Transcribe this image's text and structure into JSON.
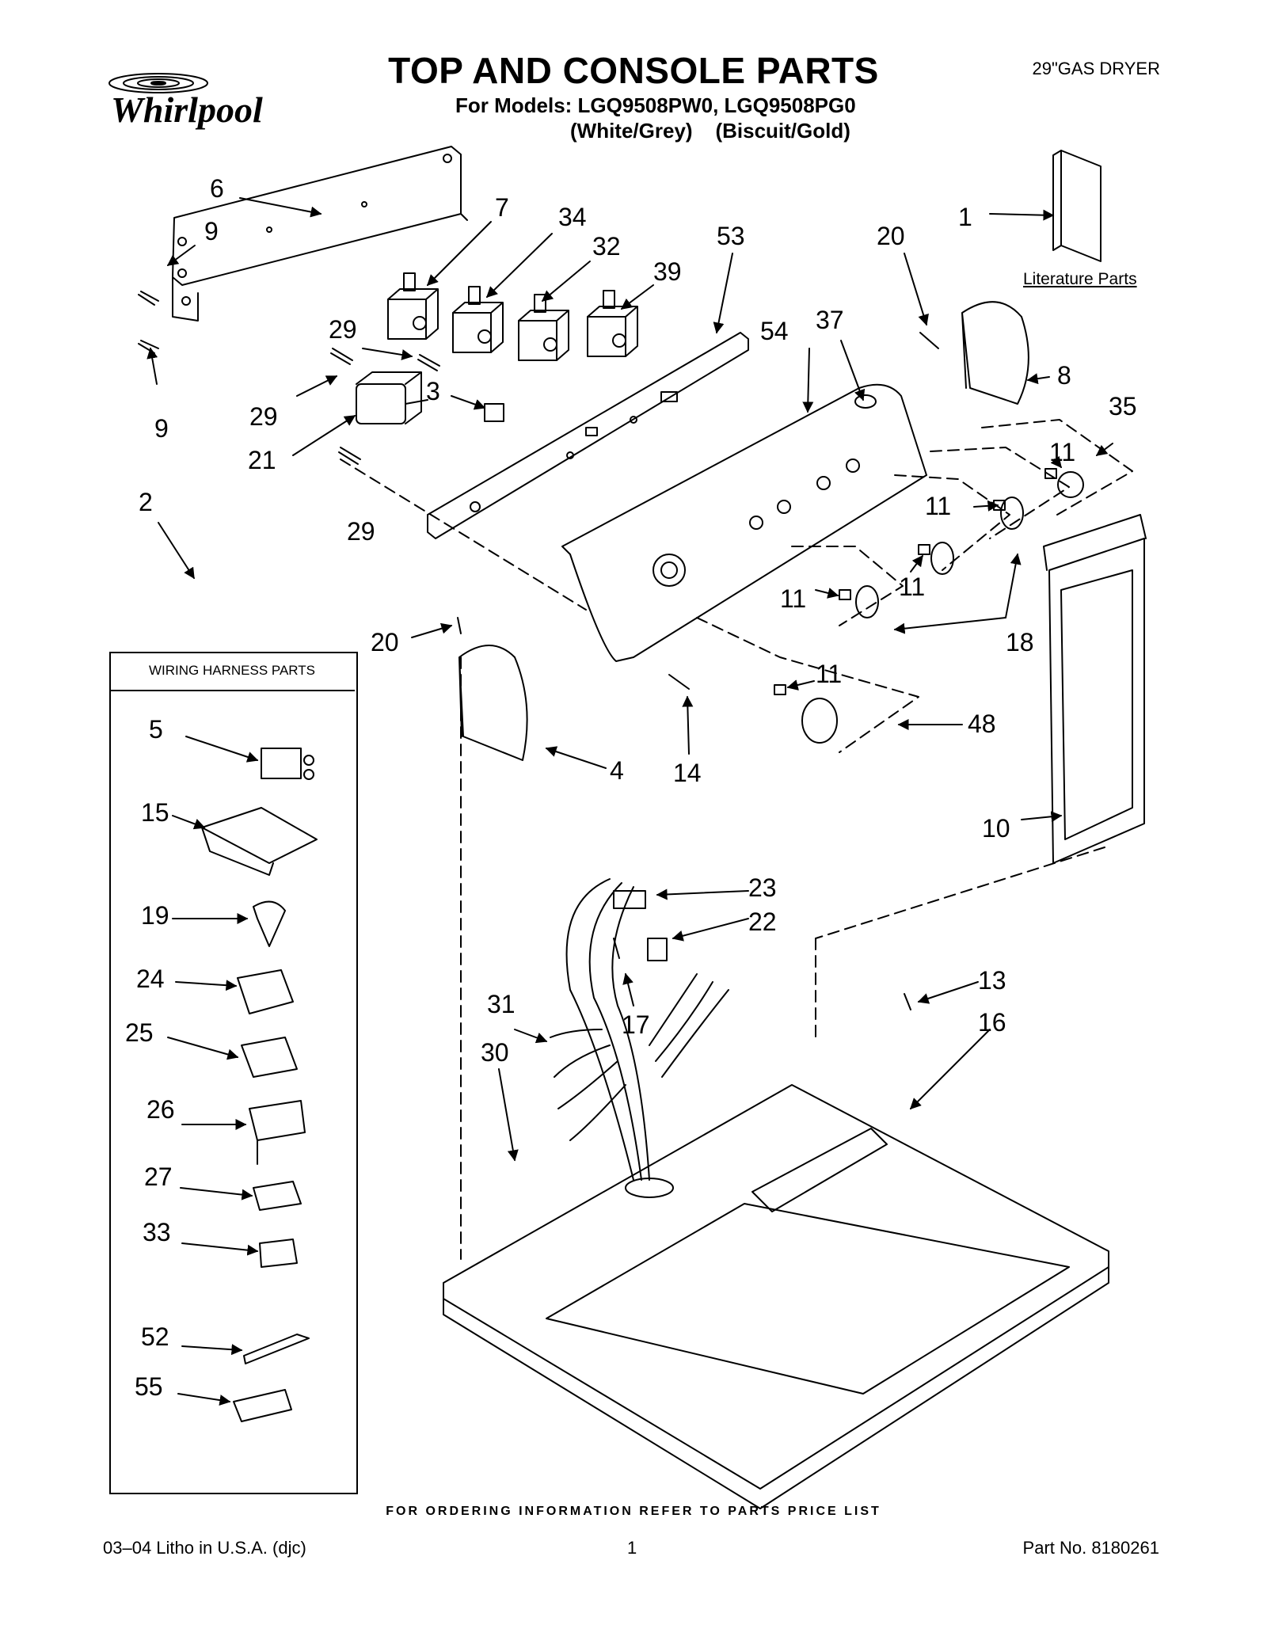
{
  "header": {
    "brand": "Whirlpool",
    "title": "TOP AND CONSOLE PARTS",
    "models_line": "For Models: LGQ9508PW0, LGQ9508PG0",
    "colors_line": "(White/Grey)    (Biscuit/Gold)",
    "product_type": "29\"GAS DRYER"
  },
  "literature_label": "Literature Parts",
  "harness_box_title": "WIRING HARNESS PARTS",
  "callouts": [
    {
      "id": "c6",
      "label": "6"
    },
    {
      "id": "c9a",
      "label": "9"
    },
    {
      "id": "c7",
      "label": "7"
    },
    {
      "id": "c34",
      "label": "34"
    },
    {
      "id": "c32",
      "label": "32"
    },
    {
      "id": "c39",
      "label": "39"
    },
    {
      "id": "c53",
      "label": "53"
    },
    {
      "id": "c20a",
      "label": "20"
    },
    {
      "id": "c1",
      "label": "1"
    },
    {
      "id": "c29a",
      "label": "29"
    },
    {
      "id": "c54",
      "label": "54"
    },
    {
      "id": "c37",
      "label": "37"
    },
    {
      "id": "c8",
      "label": "8"
    },
    {
      "id": "c35",
      "label": "35"
    },
    {
      "id": "c3",
      "label": "3"
    },
    {
      "id": "c29b",
      "label": "29"
    },
    {
      "id": "c9b",
      "label": "9"
    },
    {
      "id": "c21",
      "label": "21"
    },
    {
      "id": "c11a",
      "label": "11"
    },
    {
      "id": "c11b",
      "label": "11"
    },
    {
      "id": "c2",
      "label": "2"
    },
    {
      "id": "c29c",
      "label": "29"
    },
    {
      "id": "c11c",
      "label": "11"
    },
    {
      "id": "c11d",
      "label": "11"
    },
    {
      "id": "c20b",
      "label": "20"
    },
    {
      "id": "c18",
      "label": "18"
    },
    {
      "id": "c11e",
      "label": "11"
    },
    {
      "id": "c48",
      "label": "48"
    },
    {
      "id": "c5",
      "label": "5"
    },
    {
      "id": "c4",
      "label": "4"
    },
    {
      "id": "c14",
      "label": "14"
    },
    {
      "id": "c15",
      "label": "15"
    },
    {
      "id": "c10",
      "label": "10"
    },
    {
      "id": "c23",
      "label": "23"
    },
    {
      "id": "c19",
      "label": "19"
    },
    {
      "id": "c22",
      "label": "22"
    },
    {
      "id": "c24",
      "label": "24"
    },
    {
      "id": "c13",
      "label": "13"
    },
    {
      "id": "c31",
      "label": "31"
    },
    {
      "id": "c17",
      "label": "17"
    },
    {
      "id": "c16",
      "label": "16"
    },
    {
      "id": "c25",
      "label": "25"
    },
    {
      "id": "c30",
      "label": "30"
    },
    {
      "id": "c26",
      "label": "26"
    },
    {
      "id": "c27",
      "label": "27"
    },
    {
      "id": "c33",
      "label": "33"
    },
    {
      "id": "c52",
      "label": "52"
    },
    {
      "id": "c55",
      "label": "55"
    }
  ],
  "footer": {
    "ordering_note": "FOR ORDERING INFORMATION REFER TO PARTS PRICE LIST",
    "litho": "03–04 Litho in U.S.A. (djc)",
    "page": "1",
    "part_no": "Part No. 8180261"
  }
}
